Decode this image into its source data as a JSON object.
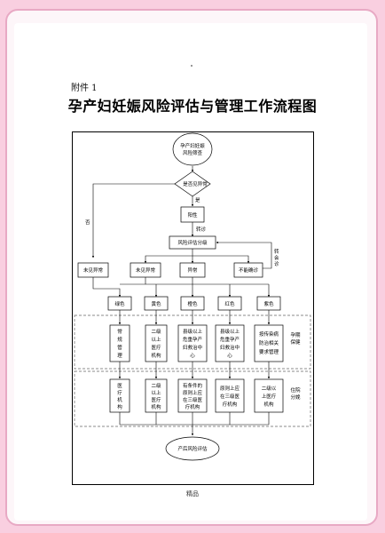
{
  "annex_label": "附件 1",
  "title": "孕产妇妊娠风险评估与管理工作流程图",
  "footer": "精品",
  "colors": {
    "background": "#f9cfe0",
    "frame_border": "#e8a9c4",
    "heart": "#f06aa0"
  },
  "decorations": {
    "hearts": [
      "heart-icon",
      "heart-icon",
      "heart-icon"
    ]
  },
  "flow": {
    "start": [
      "孕产妇妊娠",
      "风险筛查"
    ],
    "decision": "是否见异常",
    "yes_label": "是",
    "no_label": "否",
    "positive": "阳性",
    "refer_label": "转诊",
    "assess": "风险评估分级",
    "reassess_label": [
      "转",
      "会",
      "诊"
    ],
    "categories": [
      "未见异常",
      "未见异常",
      "异常",
      "不能确诊"
    ],
    "colors_row": [
      "绿色",
      "黄色",
      "橙色",
      "红色",
      "紫色"
    ],
    "mgmt_row": [
      [
        "常",
        "规",
        "管",
        "理"
      ],
      [
        "二级",
        "以上",
        "医疗",
        "机构"
      ],
      [
        "县级以上",
        "危重孕产",
        "妇救治中",
        "心"
      ],
      [
        "县级以上",
        "危重孕产",
        "妇救治中",
        "心"
      ],
      [
        "按传染病",
        "防治相关",
        "要求管理"
      ]
    ],
    "delivery_row": [
      [
        "医",
        "疗",
        "机",
        "构"
      ],
      [
        "二级",
        "以上",
        "医疗",
        "机构"
      ],
      [
        "有条件的",
        "原则上应",
        "在三级医",
        "疗机构"
      ],
      [
        "原则上应",
        "在三级医",
        "疗机构"
      ],
      [
        "二级以",
        "上医疗",
        "机构"
      ]
    ],
    "section_labels": {
      "pregnancy": [
        "孕期",
        "保健"
      ],
      "delivery": [
        "住院",
        "分娩"
      ]
    },
    "end": "产后风险评估"
  }
}
